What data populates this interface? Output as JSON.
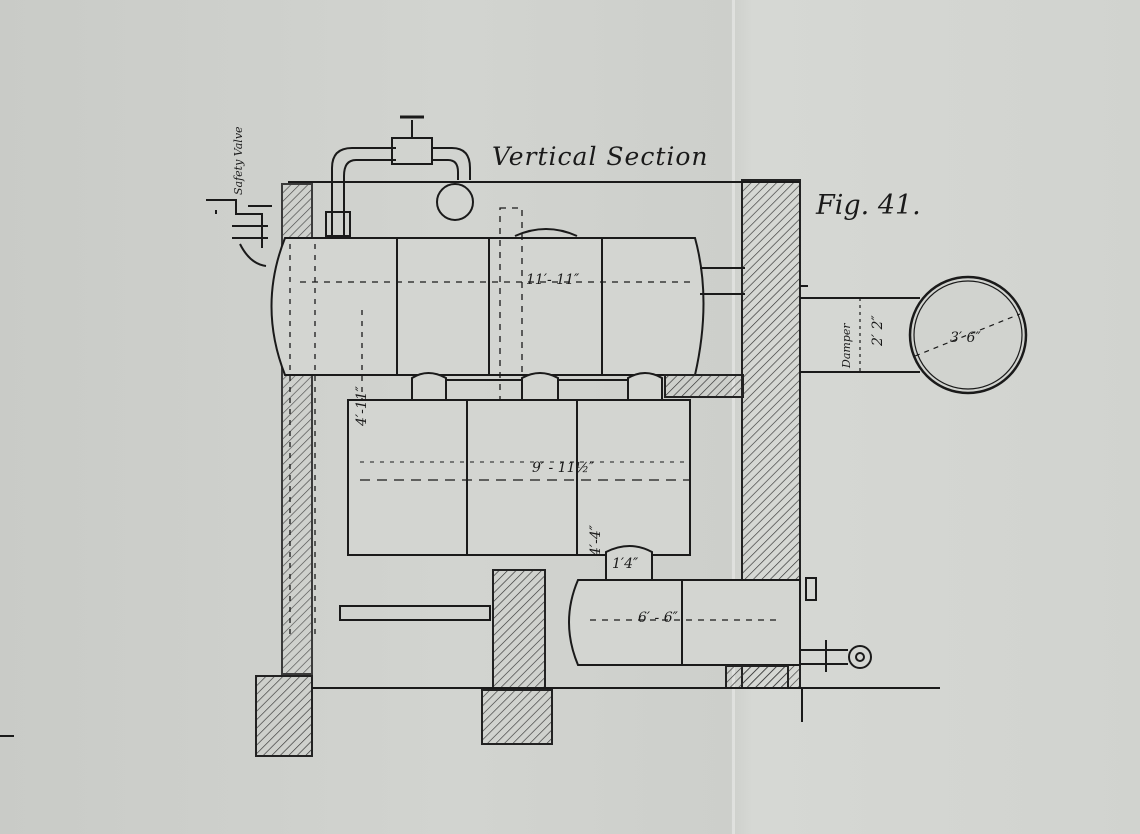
{
  "drawing": {
    "title": "Vertical Section",
    "figure_label": "Fig. 41.",
    "safety_valve_label": "Safety Valve",
    "damper_label": "Damper",
    "dimensions": {
      "steam_drum_length": "11′- 11″",
      "upper_gap": "4′-11″",
      "water_drum_length": "9′ - 11½″",
      "water_drum_height": "4′-4″",
      "neck": "1′4″",
      "mud_drum_length": "6′ - 6″",
      "damper_height": "2′ 2″",
      "flue_diameter": "3′ 6″"
    }
  }
}
